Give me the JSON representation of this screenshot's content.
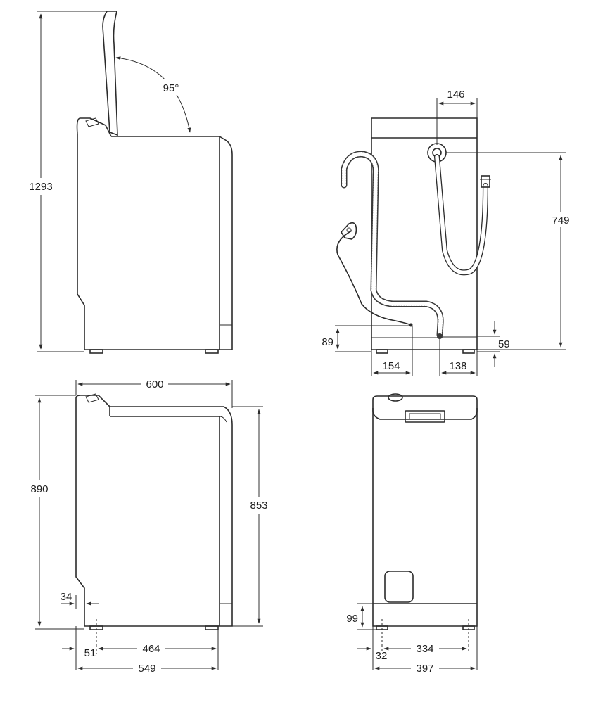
{
  "drawing": {
    "side_open": {
      "height_open": "1293",
      "lid_angle": "95°"
    },
    "back": {
      "hose_outlet_offset": "146",
      "inlet_height": "749",
      "drain_height": "89",
      "drain_from_left": "154",
      "inlet_from_right": "138",
      "foot_height": "59"
    },
    "side_closed": {
      "width_with_lid": "600",
      "height_total": "890",
      "height_body": "853",
      "foot_inset": "34",
      "foot_offset": "51",
      "foot_spacing": "464",
      "depth": "549"
    },
    "front": {
      "base_height": "99",
      "foot_offset": "32",
      "foot_spacing": "334",
      "width": "397"
    }
  }
}
